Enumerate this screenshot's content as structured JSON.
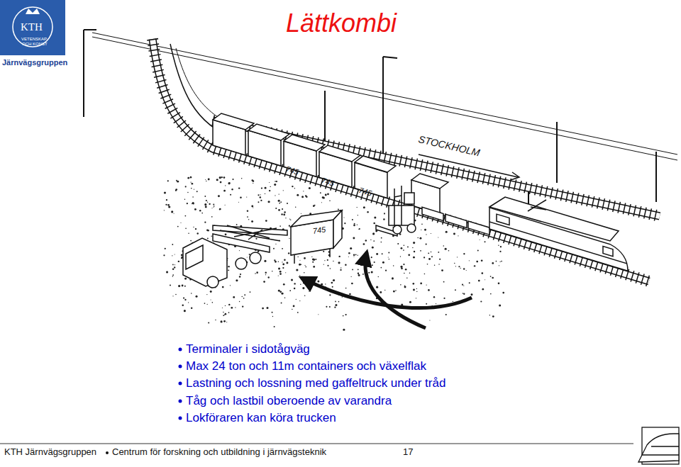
{
  "diagram": {
    "title": "Lättkombi",
    "labels": [
      "KTH",
      "VETENSKAP",
      "OCH KONST",
      "Järnvägsgruppen",
      "STOCKHOLM",
      "745",
      "745",
      "745",
      "745",
      "Terminaler i sidotågväg",
      "Max 24 ton och 11m containers och växelflak",
      "Lastning och lossning med gaffeltruck under tråd",
      "Tåg och lastbil oberoende av varandra",
      "Lokföraren kan köra trucken",
      "KTH Järnvägsgruppen",
      "Centrum för forskning och utbildning i järnvägsteknik",
      "17"
    ]
  }
}
